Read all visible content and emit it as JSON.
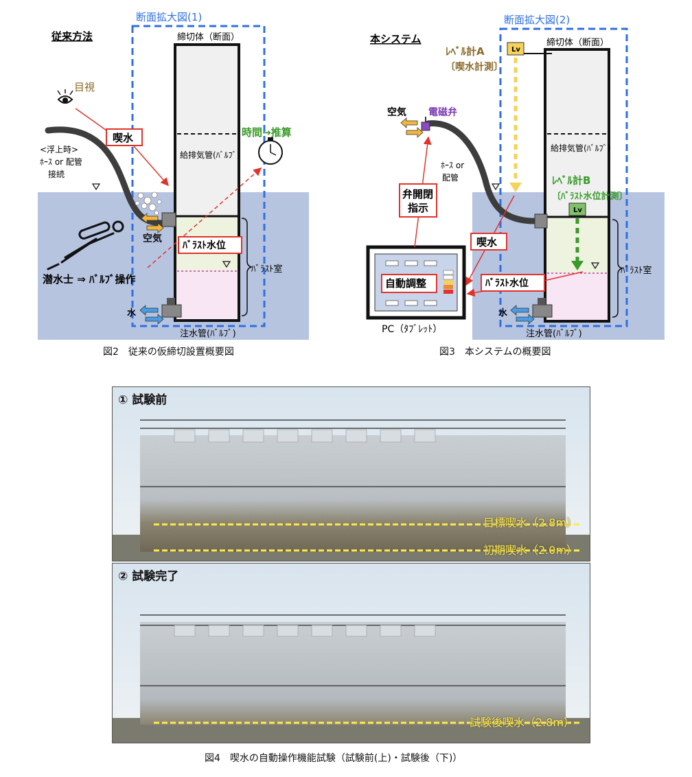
{
  "fig2": {
    "method_title": "従来方法",
    "enlarged_title": "断面拡大図(1)",
    "cofferdam": "締切体（断面）",
    "visual": "目視",
    "draft": "喫水",
    "time_estimate": "時間→推算",
    "hose_note_1": "<浮上時>",
    "hose_note_2": "ﾎｰｽ or 配管",
    "hose_note_3": "接続",
    "vent_pipe": "給排気管(ﾊﾞﾙﾌﾞ)",
    "air": "空気",
    "ballast_level": "ﾊﾞﾗｽﾄ水位",
    "ballast_room": "ﾊﾞﾗｽﾄ室",
    "diver": "潜水士 ⇒ ﾊﾞﾙﾌﾞ操作",
    "water": "水",
    "inlet_pipe": "注水管(ﾊﾞﾙﾌﾞ)",
    "caption": "図2　従来の仮締切設置概要図"
  },
  "fig3": {
    "method_title": "本システム",
    "enlarged_title": "断面拡大図(2)",
    "cofferdam": "締切体（断面）",
    "level_a_1": "ﾚﾍﾞﾙ計A",
    "level_a_2": "〔喫水計測〕",
    "lv": "Lv",
    "air": "空気",
    "solenoid": "電磁弁",
    "vent_pipe": "給排気管(ﾊﾞﾙﾌﾞ)",
    "level_b_1": "ﾚﾍﾞﾙ計B",
    "level_b_2": "〔ﾊﾞﾗｽﾄ水位計測〕",
    "hose_1": "ﾎｰｽ or",
    "hose_2": "配管",
    "valve_cmd_1": "弁開閉",
    "valve_cmd_2": "指示",
    "draft": "喫水",
    "auto_adjust": "自動調整",
    "ballast_level": "ﾊﾞﾗｽﾄ水位",
    "ballast_room": "ﾊﾞﾗｽﾄ室",
    "water": "水",
    "inlet_pipe": "注水管(ﾊﾞﾙﾌﾞ)",
    "pc": "PC（ﾀﾌﾞﾚｯﾄ）",
    "caption": "図3　本システムの概要図"
  },
  "fig4": {
    "before_label": "① 試験前",
    "target_draft": "目標喫水（2.8m）",
    "initial_draft": "初期喫水（2.0m）",
    "after_label": "② 試験完了",
    "post_draft": "試験後喫水（2.8m）",
    "caption": "図4　喫水の自動操作機能試験（試験前(上)・試験後（下)）"
  },
  "colors": {
    "water": "#b7c4e0",
    "dashed_blue": "#2f6fe0",
    "red": "#e0332b",
    "ballast_upper": "#eef3e0",
    "ballast_lower": "#f8e6f4",
    "upper_fill": "#f0f0f0",
    "green": "#3a9a2a",
    "level_yellow": "#f5d25a",
    "brown_text": "#8a6a2a"
  }
}
